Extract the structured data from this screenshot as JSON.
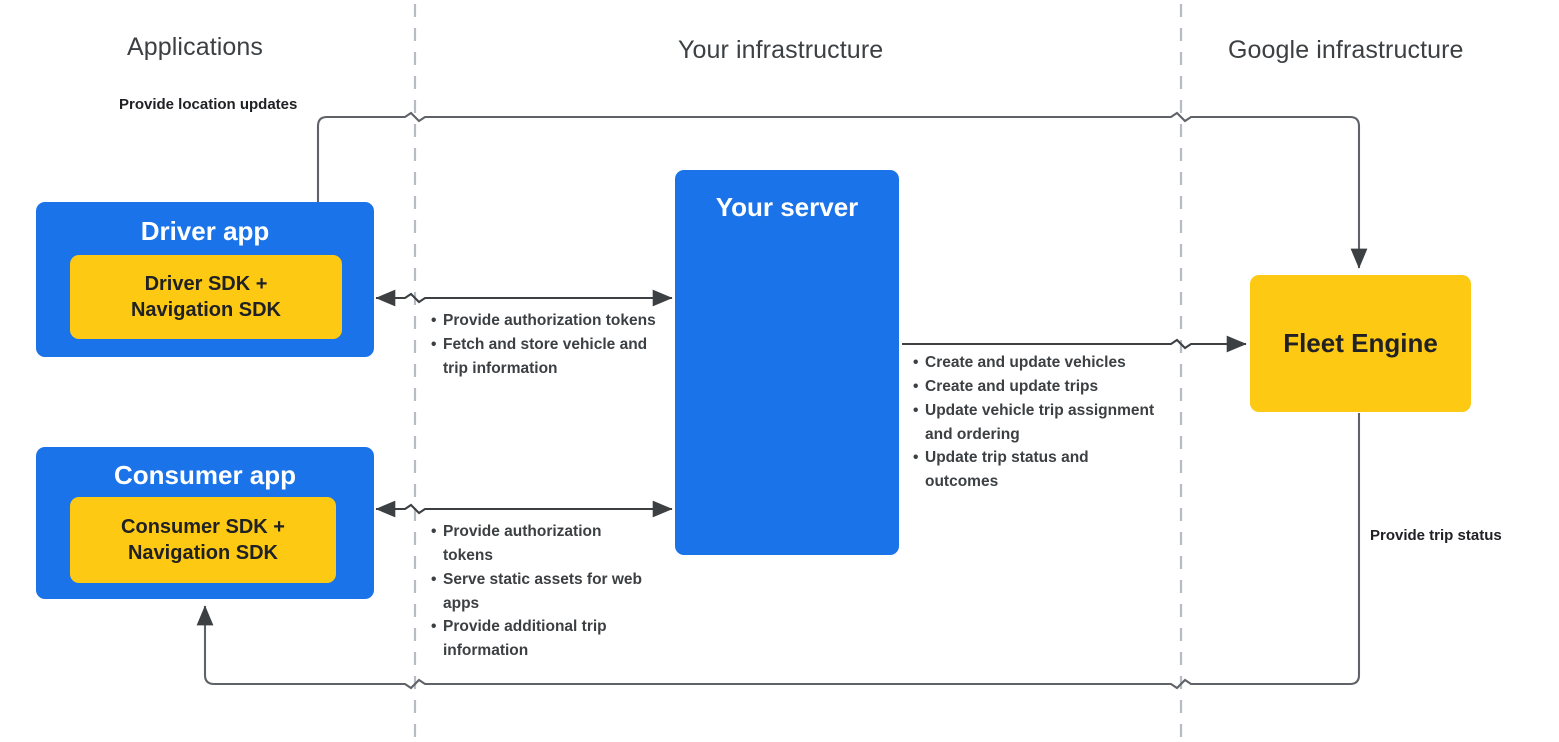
{
  "headings": {
    "applications": "Applications",
    "your_infrastructure": "Your infrastructure",
    "google_infrastructure": "Google infrastructure"
  },
  "boxes": {
    "driver_app": {
      "title": "Driver app",
      "sdk_label": "Driver SDK +\nNavigation SDK",
      "color": "#1a73e8",
      "sdk_color": "#fdc913"
    },
    "consumer_app": {
      "title": "Consumer app",
      "sdk_label": "Consumer SDK +\nNavigation SDK",
      "color": "#1a73e8",
      "sdk_color": "#fdc913"
    },
    "your_server": {
      "title": "Your server",
      "color": "#1a73e8"
    },
    "fleet_engine": {
      "title": "Fleet Engine",
      "color": "#fdc913"
    }
  },
  "edges": {
    "provide_location_updates": "Provide location updates",
    "provide_trip_status": "Provide trip status",
    "driver_server_bullets": [
      "Provide authorization tokens",
      "Fetch and store vehicle and trip information"
    ],
    "consumer_server_bullets": [
      "Provide authorization tokens",
      "Serve static assets for web apps",
      "Provide additional trip information"
    ],
    "server_fleet_bullets": [
      "Create and update vehicles",
      "Create and update trips",
      "Update vehicle trip assignment and ordering",
      "Update trip status and outcomes"
    ]
  },
  "dividers": {
    "line_color": "#b6bcc4",
    "style": "dashed"
  },
  "connector_color": "#3c4043"
}
